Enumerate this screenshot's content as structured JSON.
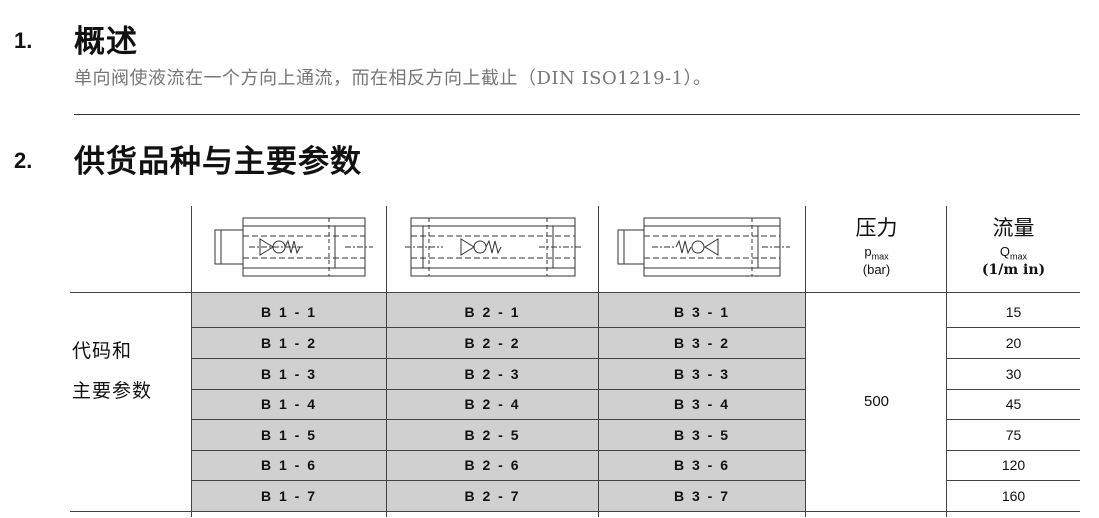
{
  "section1": {
    "number": "1.",
    "title": "概述",
    "description": "单向阀使液流在一个方向上通流，而在相反方向上截止（DIN ISO1219-1）。"
  },
  "section2": {
    "number": "2.",
    "title": "供货品种与主要参数"
  },
  "table": {
    "pressure_header": {
      "label": "压力",
      "symbol": "p",
      "symbol_sub": "max",
      "unit": "(bar)"
    },
    "flow_header": {
      "label": "流量",
      "symbol": "Q",
      "symbol_sub": "max",
      "unit": "(1/m in)"
    },
    "row_label_line1": "代码和",
    "row_label_line2": "主要参数",
    "pressure_value": "500",
    "rows": [
      {
        "b1": "B 1 - 1",
        "b2": "B 2 - 1",
        "b3": "B 3 - 1",
        "flow": "15"
      },
      {
        "b1": "B 1 - 2",
        "b2": "B 2 - 2",
        "b3": "B 3 - 2",
        "flow": "20"
      },
      {
        "b1": "B 1 - 3",
        "b2": "B 2 - 3",
        "b3": "B 3 - 3",
        "flow": "30"
      },
      {
        "b1": "B 1 - 4",
        "b2": "B 2 - 4",
        "b3": "B 3 - 4",
        "flow": "45"
      },
      {
        "b1": "B 1 - 5",
        "b2": "B 2 - 5",
        "b3": "B 3 - 5",
        "flow": "75"
      },
      {
        "b1": "B 1 - 6",
        "b2": "B 2 - 6",
        "b3": "B 3 - 6",
        "flow": "120"
      },
      {
        "b1": "B 1 - 7",
        "b2": "B 2 - 7",
        "b3": "B 3 - 7",
        "flow": "160"
      }
    ]
  }
}
